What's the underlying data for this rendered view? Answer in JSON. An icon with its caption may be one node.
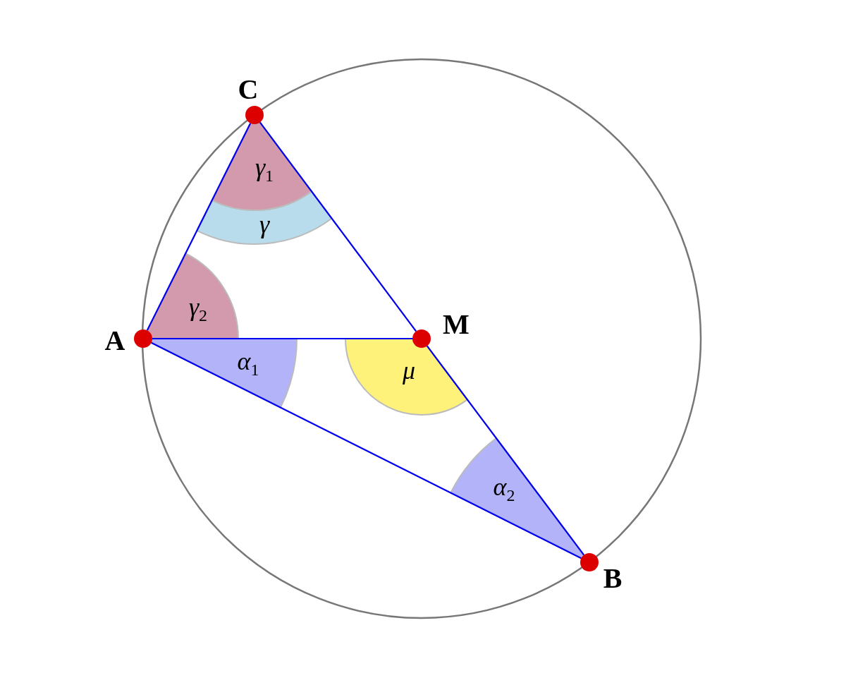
{
  "diagram": {
    "nodes": [
      {
        "text": [],
        "shape": "circle",
        "beside": [
          "C"
        ]
      },
      {
        "text": [],
        "shape": "circle",
        "beside": [
          "A"
        ]
      },
      {
        "text": [],
        "shape": "circle",
        "beside": [
          "M"
        ]
      },
      {
        "text": [],
        "shape": "circle",
        "beside": [
          "B"
        ]
      }
    ],
    "edges": [
      {
        "from": 0,
        "to": 1,
        "arrow": "none"
      },
      {
        "from": 0,
        "to": 2,
        "arrow": "none"
      },
      {
        "from": 1,
        "to": 2,
        "arrow": "none"
      },
      {
        "from": 1,
        "to": 3,
        "arrow": "none"
      },
      {
        "from": 2,
        "to": 3,
        "arrow": "none"
      }
    ],
    "labels": [
      "γ$_{1}$",
      "γ",
      "γ$_{2}$",
      "α$_{1}$",
      "μ",
      "α$_{2}$"
    ]
  }
}
